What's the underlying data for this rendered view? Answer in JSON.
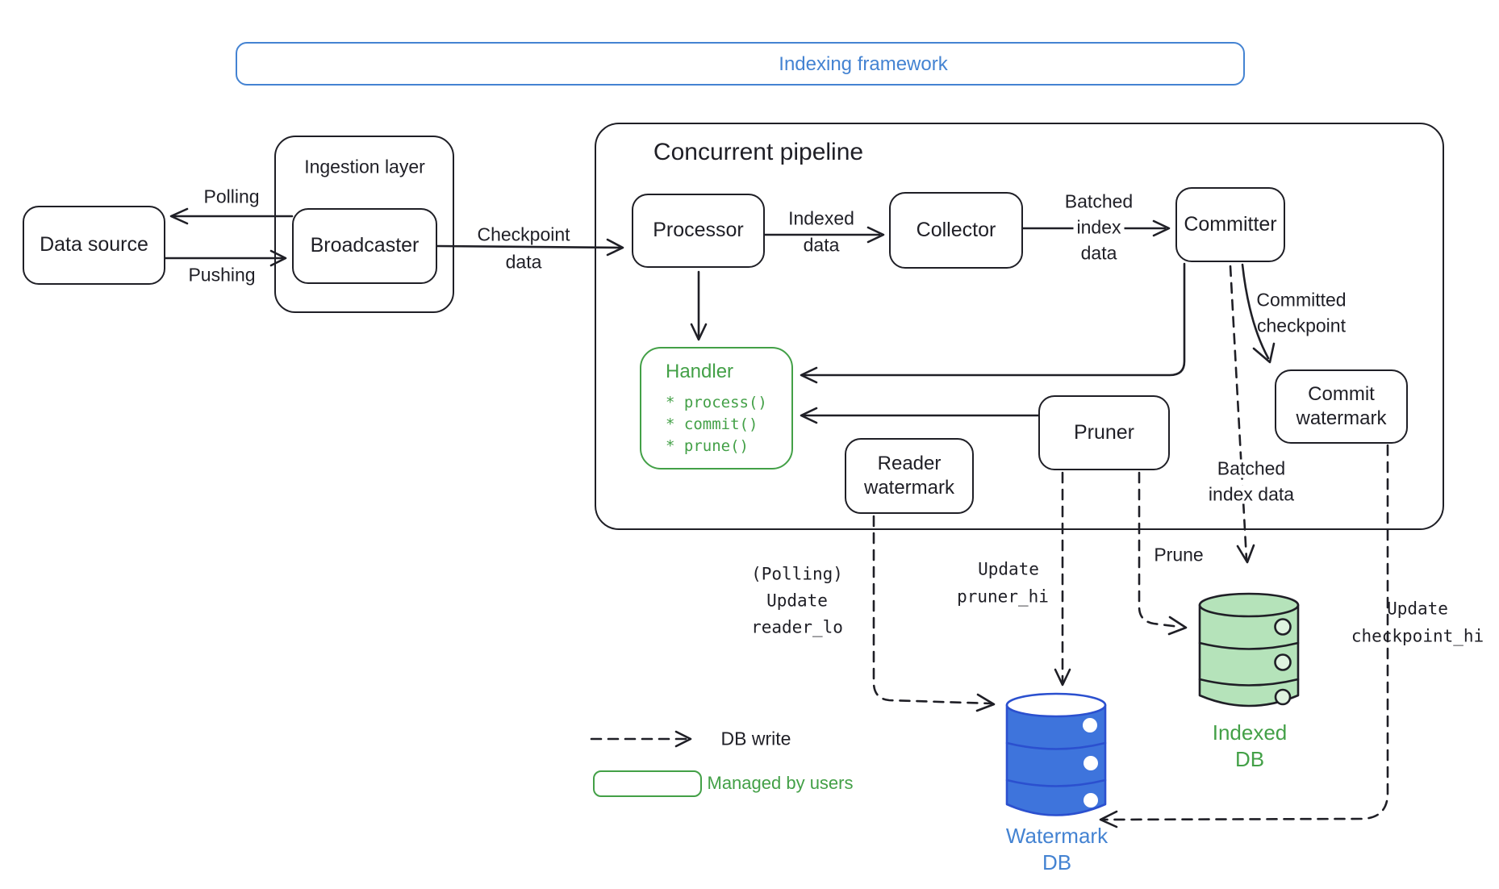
{
  "framework": {
    "title": "Indexing framework"
  },
  "pipeline": {
    "title": "Concurrent pipeline"
  },
  "boxes": {
    "data_source": "Data source",
    "ingestion_layer": "Ingestion layer",
    "broadcaster": "Broadcaster",
    "processor": "Processor",
    "collector": "Collector",
    "committer": "Committer",
    "commit_watermark": [
      "Commit",
      "watermark"
    ],
    "pruner": "Pruner",
    "reader_watermark": [
      "Reader",
      "watermark"
    ],
    "handler": {
      "title": "Handler",
      "methods": [
        "* process()",
        "* commit()",
        "* prune()"
      ]
    }
  },
  "edge_labels": {
    "polling": "Polling",
    "pushing": "Pushing",
    "checkpoint_data": [
      "Checkpoint",
      "data"
    ],
    "indexed_data": [
      "Indexed",
      "data"
    ],
    "batched_index_top": [
      "Batched",
      "index",
      "data"
    ],
    "committed_checkpoint": [
      "Committed",
      "checkpoint"
    ],
    "batched_index_bottom": [
      "Batched",
      "index data"
    ],
    "prune": "Prune",
    "update_reader_lo": [
      "(Polling)",
      "Update",
      "reader_lo"
    ],
    "update_pruner_hi": [
      "Update",
      "pruner_hi"
    ],
    "update_checkpoint_hi": [
      "Update",
      "checkpoint_hi"
    ]
  },
  "databases": {
    "watermark": [
      "Watermark",
      "DB"
    ],
    "indexed": [
      "Indexed",
      "DB"
    ]
  },
  "legend": {
    "db_write": "DB write",
    "managed_by_users": "Managed by users"
  },
  "colors": {
    "ink": "#1f1f26",
    "blue_accent": "#4483d2",
    "watermark_db_fill": "#3e74dc",
    "green_accent": "#43a047",
    "indexed_db_fill": "#b5e3ba"
  }
}
